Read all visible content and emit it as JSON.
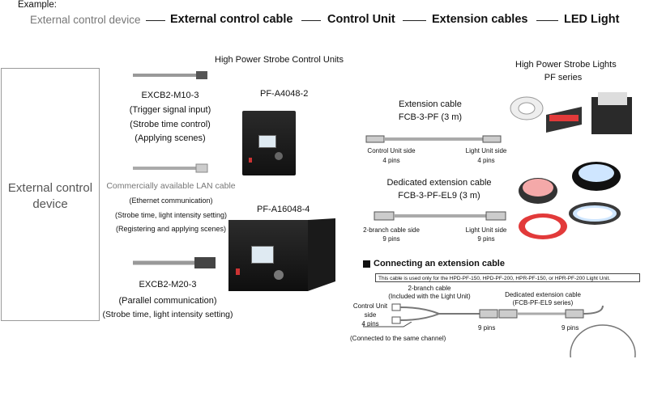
{
  "example_label": "Example:",
  "chain": {
    "device": "External control device",
    "cable": "External control cable",
    "unit": "Control Unit",
    "ext": "Extension cables",
    "light": "LED Light"
  },
  "device_box_label": "External control device",
  "units_heading": "High Power Strobe Control Units",
  "lights_heading": [
    "High Power Strobe Lights",
    "PF series"
  ],
  "cable_m10": {
    "model": "EXCB2-M10-3",
    "lines": [
      "(Trigger signal input)",
      "(Strobe time control)",
      "(Applying scenes)"
    ]
  },
  "lan_cable": {
    "title": "Commercially available LAN cable",
    "lines": [
      "(Ethernet communication)",
      "(Strobe time, light intensity setting)",
      "(Registering and applying scenes)"
    ]
  },
  "cable_m20": {
    "model": "EXCB2-M20-3",
    "lines": [
      "(Parallel communication)",
      "(Strobe time, light intensity setting)"
    ]
  },
  "unit_a_model": "PF-A4048-2",
  "unit_b_model": "PF-A16048-4",
  "ext_cable": {
    "title": "Extension cable",
    "model": "FCB-3-PF (3 m)",
    "left_label": [
      "Control Unit side",
      "4 pins"
    ],
    "right_label": [
      "Light Unit side",
      "4 pins"
    ]
  },
  "ded_cable": {
    "title": "Dedicated extension cable",
    "model": "FCB-3-PF-EL9 (3 m)",
    "left_label": [
      "2-branch cable side",
      "9 pins"
    ],
    "right_label": [
      "Light Unit side",
      "9 pins"
    ]
  },
  "connect": {
    "heading": "Connecting an extension cable",
    "note": "This cable is used only for the HPD-PF-150, HPD-PF-200, HPR-PF-150, or HPR-PF-200 Light Unit.",
    "branch": [
      "2-branch cable",
      "(Included with the Light Unit)"
    ],
    "dedicated": [
      "Dedicated extension cable",
      "(FCB-PF-EL9 series)"
    ],
    "cu_side": [
      "Control Unit",
      "side",
      "4 pins"
    ],
    "pins_a": "9 pins",
    "pins_b": "9 pins",
    "same_channel": "(Connected to the same channel)"
  },
  "colors": {
    "accent_red": "#e23a3a",
    "ring_blue": "#cfe6ff",
    "box_border": "#9a9a9a"
  }
}
